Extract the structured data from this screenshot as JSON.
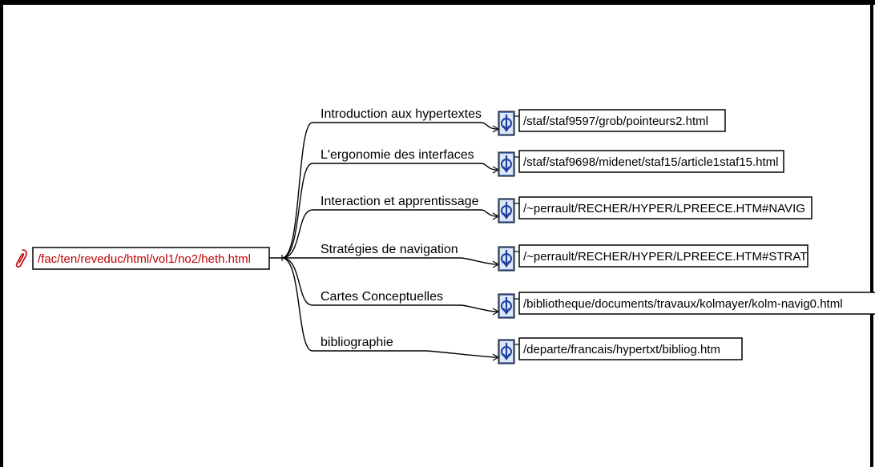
{
  "colors": {
    "root_text": "#c00000",
    "link_icon_bg": "#5b7fc4",
    "line": "#000000"
  },
  "root": {
    "url": "/fac/ten/reveduc/html/vol1/no2/heth.html",
    "icon": "paperclip-icon"
  },
  "links": [
    {
      "label": "Introduction aux hypertextes",
      "url": "/staf/staf9597/grob/pointeurs2.html",
      "icon": "link-anchor-icon"
    },
    {
      "label": "L'ergonomie des interfaces",
      "url": "/staf/staf9698/midenet/staf15/article1staf15.html",
      "icon": "link-anchor-icon"
    },
    {
      "label": "Interaction et apprentissage",
      "url": "/~perrault/RECHER/HYPER/LPREECE.HTM#NAVIG",
      "icon": "link-anchor-icon"
    },
    {
      "label": "Stratégies de navigation",
      "url": "/~perrault/RECHER/HYPER/LPREECE.HTM#STRAT",
      "icon": "link-anchor-icon"
    },
    {
      "label": "Cartes Conceptuelles",
      "url": "/bibliotheque/documents/travaux/kolmayer/kolm-navig0.html",
      "icon": "link-anchor-icon"
    },
    {
      "label": "bibliographie",
      "url": "/departe/francais/hypertxt/bibliog.htm",
      "icon": "link-anchor-icon"
    }
  ]
}
